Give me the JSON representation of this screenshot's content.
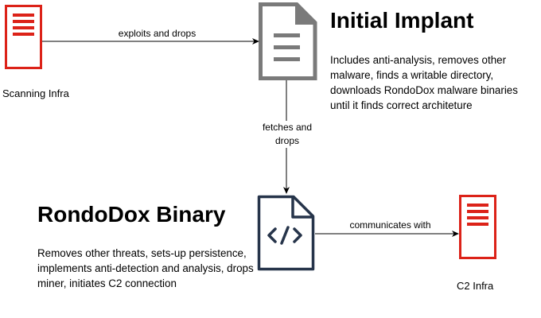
{
  "nodes": {
    "scanning_infra": {
      "label": "Scanning Infra",
      "icon": "server-icon",
      "color": "#dc2218"
    },
    "initial_implant": {
      "icon": "document-icon",
      "color": "#7a7a7a",
      "title": "Initial Implant",
      "description": "Includes anti-analysis, removes other malware, finds a writable directory, downloads RondoDox malware binaries until it finds correct architeture"
    },
    "rondodox_binary": {
      "icon": "code-file-icon",
      "color": "#26344a",
      "title": "RondoDox Binary",
      "description": "Removes other threats, sets-up persistence, implements anti-detection and analysis, drops miner, initiates C2 connection"
    },
    "c2_infra": {
      "label": "C2 Infra",
      "icon": "server-icon",
      "color": "#dc2218"
    }
  },
  "edges": [
    {
      "from": "scanning_infra",
      "to": "initial_implant",
      "label": "exploits and drops"
    },
    {
      "from": "initial_implant",
      "to": "rondodox_binary",
      "label": "fetches and drops"
    },
    {
      "from": "rondodox_binary",
      "to": "c2_infra",
      "label": "communicates with"
    }
  ]
}
